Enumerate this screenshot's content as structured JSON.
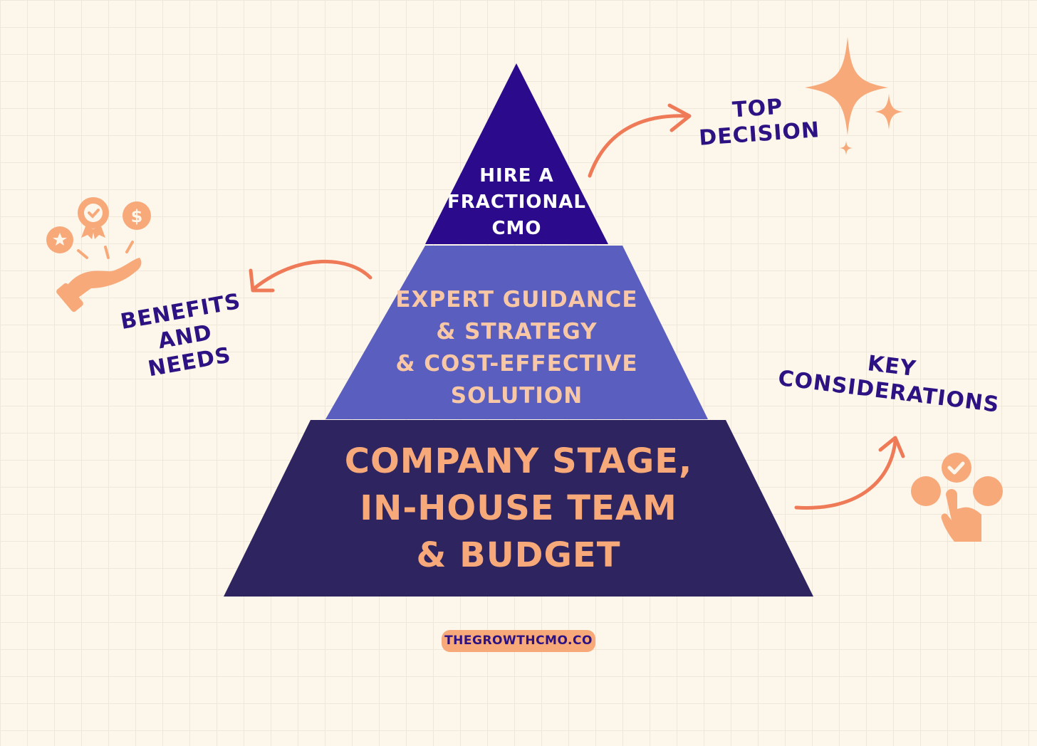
{
  "pyramid": {
    "top": {
      "lines": [
        "HIRE A",
        "FRACTIONAL",
        "CMO"
      ],
      "color": "#2c0a8c",
      "text_color": "#ffffff"
    },
    "middle": {
      "lines": [
        "EXPERT GUIDANCE",
        "& STRATEGY",
        "& COST-EFFECTIVE",
        "SOLUTION"
      ],
      "color": "#5a5ebe",
      "text_color": "#f8c7a6"
    },
    "bottom": {
      "lines": [
        "COMPANY STAGE,",
        "IN-HOUSE TEAM",
        "& BUDGET"
      ],
      "color": "#2d2460",
      "text_color": "#f7a97a"
    }
  },
  "labels": {
    "top_decision": [
      "TOP",
      "DECISION"
    ],
    "benefits": [
      "BENEFITS",
      "AND NEEDS"
    ],
    "key_considerations": [
      "KEY",
      "CONSIDERATIONS"
    ]
  },
  "footer": {
    "site": "THEGROWTHCMO.CO"
  },
  "icons": [
    "sparkle-icon",
    "hand-with-rewards-icon",
    "tap-choice-icon"
  ],
  "colors": {
    "accent": "#f7a97a",
    "arrow": "#ef7a57",
    "label_text": "#2c1282",
    "background": "#fdf6ea"
  }
}
